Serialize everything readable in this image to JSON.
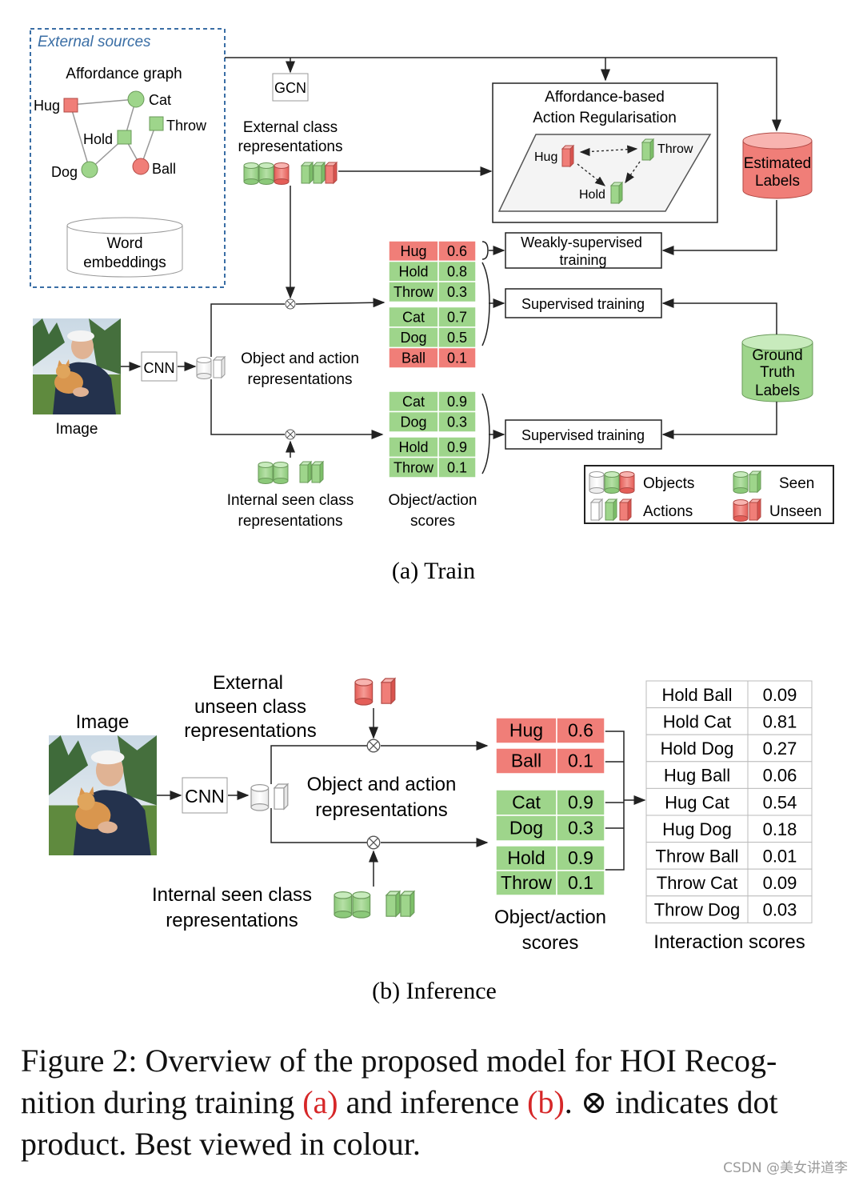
{
  "train": {
    "subcaption": "(a) Train",
    "external_sources": "External sources",
    "affordance_graph": {
      "title": "Affordance graph",
      "nodes": {
        "hug": "Hug",
        "cat": "Cat",
        "throw": "Throw",
        "hold": "Hold",
        "dog": "Dog",
        "ball": "Ball"
      }
    },
    "word_embeddings": [
      "Word",
      "embeddings"
    ],
    "gcn": "GCN",
    "external_class_repr": [
      "External class",
      "representations"
    ],
    "regularisation": {
      "title": [
        "Affordance-based",
        "Action Regularisation"
      ],
      "hug": "Hug",
      "throw": "Throw",
      "hold": "Hold"
    },
    "estimated_labels": [
      "Estimated",
      "Labels"
    ],
    "ground_truth_labels": [
      "Ground",
      "Truth",
      "Labels"
    ],
    "weakly_supervised": [
      "Weakly-supervised",
      "training"
    ],
    "supervised_top": "Supervised training",
    "supervised_bottom": "Supervised training",
    "cnn": "CNN",
    "image_label": "Image",
    "obj_action_repr": [
      "Object and action",
      "representations"
    ],
    "internal_seen_repr": [
      "Internal seen class",
      "representations"
    ],
    "scores_label": [
      "Object/action",
      "scores"
    ],
    "top_scores": [
      {
        "label": "Hug",
        "value": "0.6",
        "color": "#f07e78"
      },
      {
        "label": "Hold",
        "value": "0.8",
        "color": "#9ed58b"
      },
      {
        "label": "Throw",
        "value": "0.3",
        "color": "#9ed58b"
      },
      {
        "label": "Cat",
        "value": "0.7",
        "color": "#9ed58b"
      },
      {
        "label": "Dog",
        "value": "0.5",
        "color": "#9ed58b"
      },
      {
        "label": "Ball",
        "value": "0.1",
        "color": "#f07e78"
      }
    ],
    "bottom_scores": [
      {
        "label": "Cat",
        "value": "0.9",
        "color": "#9ed58b"
      },
      {
        "label": "Dog",
        "value": "0.3",
        "color": "#9ed58b"
      },
      {
        "label": "Hold",
        "value": "0.9",
        "color": "#9ed58b"
      },
      {
        "label": "Throw",
        "value": "0.1",
        "color": "#9ed58b"
      }
    ],
    "legend": {
      "objects": "Objects",
      "actions": "Actions",
      "seen": "Seen",
      "unseen": "Unseen"
    }
  },
  "inference": {
    "subcaption": "(b) Inference",
    "image_label": "Image",
    "external_unseen_repr": [
      "External",
      "unseen class",
      "representations"
    ],
    "cnn": "CNN",
    "obj_action_repr": [
      "Object and action",
      "representations"
    ],
    "internal_seen_repr": [
      "Internal seen class",
      "representations"
    ],
    "scores_label": [
      "Object/action",
      "scores"
    ],
    "interaction_label": "Interaction scores",
    "unseen_scores": [
      {
        "label": "Hug",
        "value": "0.6",
        "color": "#f07e78"
      },
      {
        "label": "Ball",
        "value": "0.1",
        "color": "#f07e78"
      }
    ],
    "seen_obj_scores": [
      {
        "label": "Cat",
        "value": "0.9",
        "color": "#9ed58b"
      },
      {
        "label": "Dog",
        "value": "0.3",
        "color": "#9ed58b"
      }
    ],
    "seen_act_scores": [
      {
        "label": "Hold",
        "value": "0.9",
        "color": "#9ed58b"
      },
      {
        "label": "Throw",
        "value": "0.1",
        "color": "#9ed58b"
      }
    ],
    "interactions": [
      {
        "label": "Hold Ball",
        "value": "0.09"
      },
      {
        "label": "Hold Cat",
        "value": "0.81"
      },
      {
        "label": "Hold Dog",
        "value": "0.27"
      },
      {
        "label": "Hug Ball",
        "value": "0.06"
      },
      {
        "label": "Hug Cat",
        "value": "0.54"
      },
      {
        "label": "Hug Dog",
        "value": "0.18"
      },
      {
        "label": "Throw Ball",
        "value": "0.01"
      },
      {
        "label": "Throw Cat",
        "value": "0.09"
      },
      {
        "label": "Throw Dog",
        "value": "0.03"
      }
    ]
  },
  "caption": {
    "part1": "Figure 2: Overview of the proposed model for HOI Recog-",
    "part2": "nition during training ",
    "ref_a": "(a)",
    "part3": " and inference ",
    "ref_b": "(b)",
    "part4": ". ⊗ indicates dot",
    "part5": "product. Best viewed in colour."
  },
  "watermark": "CSDN @美女讲道李",
  "colors": {
    "seen": "#9ed58b",
    "unseen": "#f07e78",
    "accent_blue": "#3a6ea5"
  }
}
